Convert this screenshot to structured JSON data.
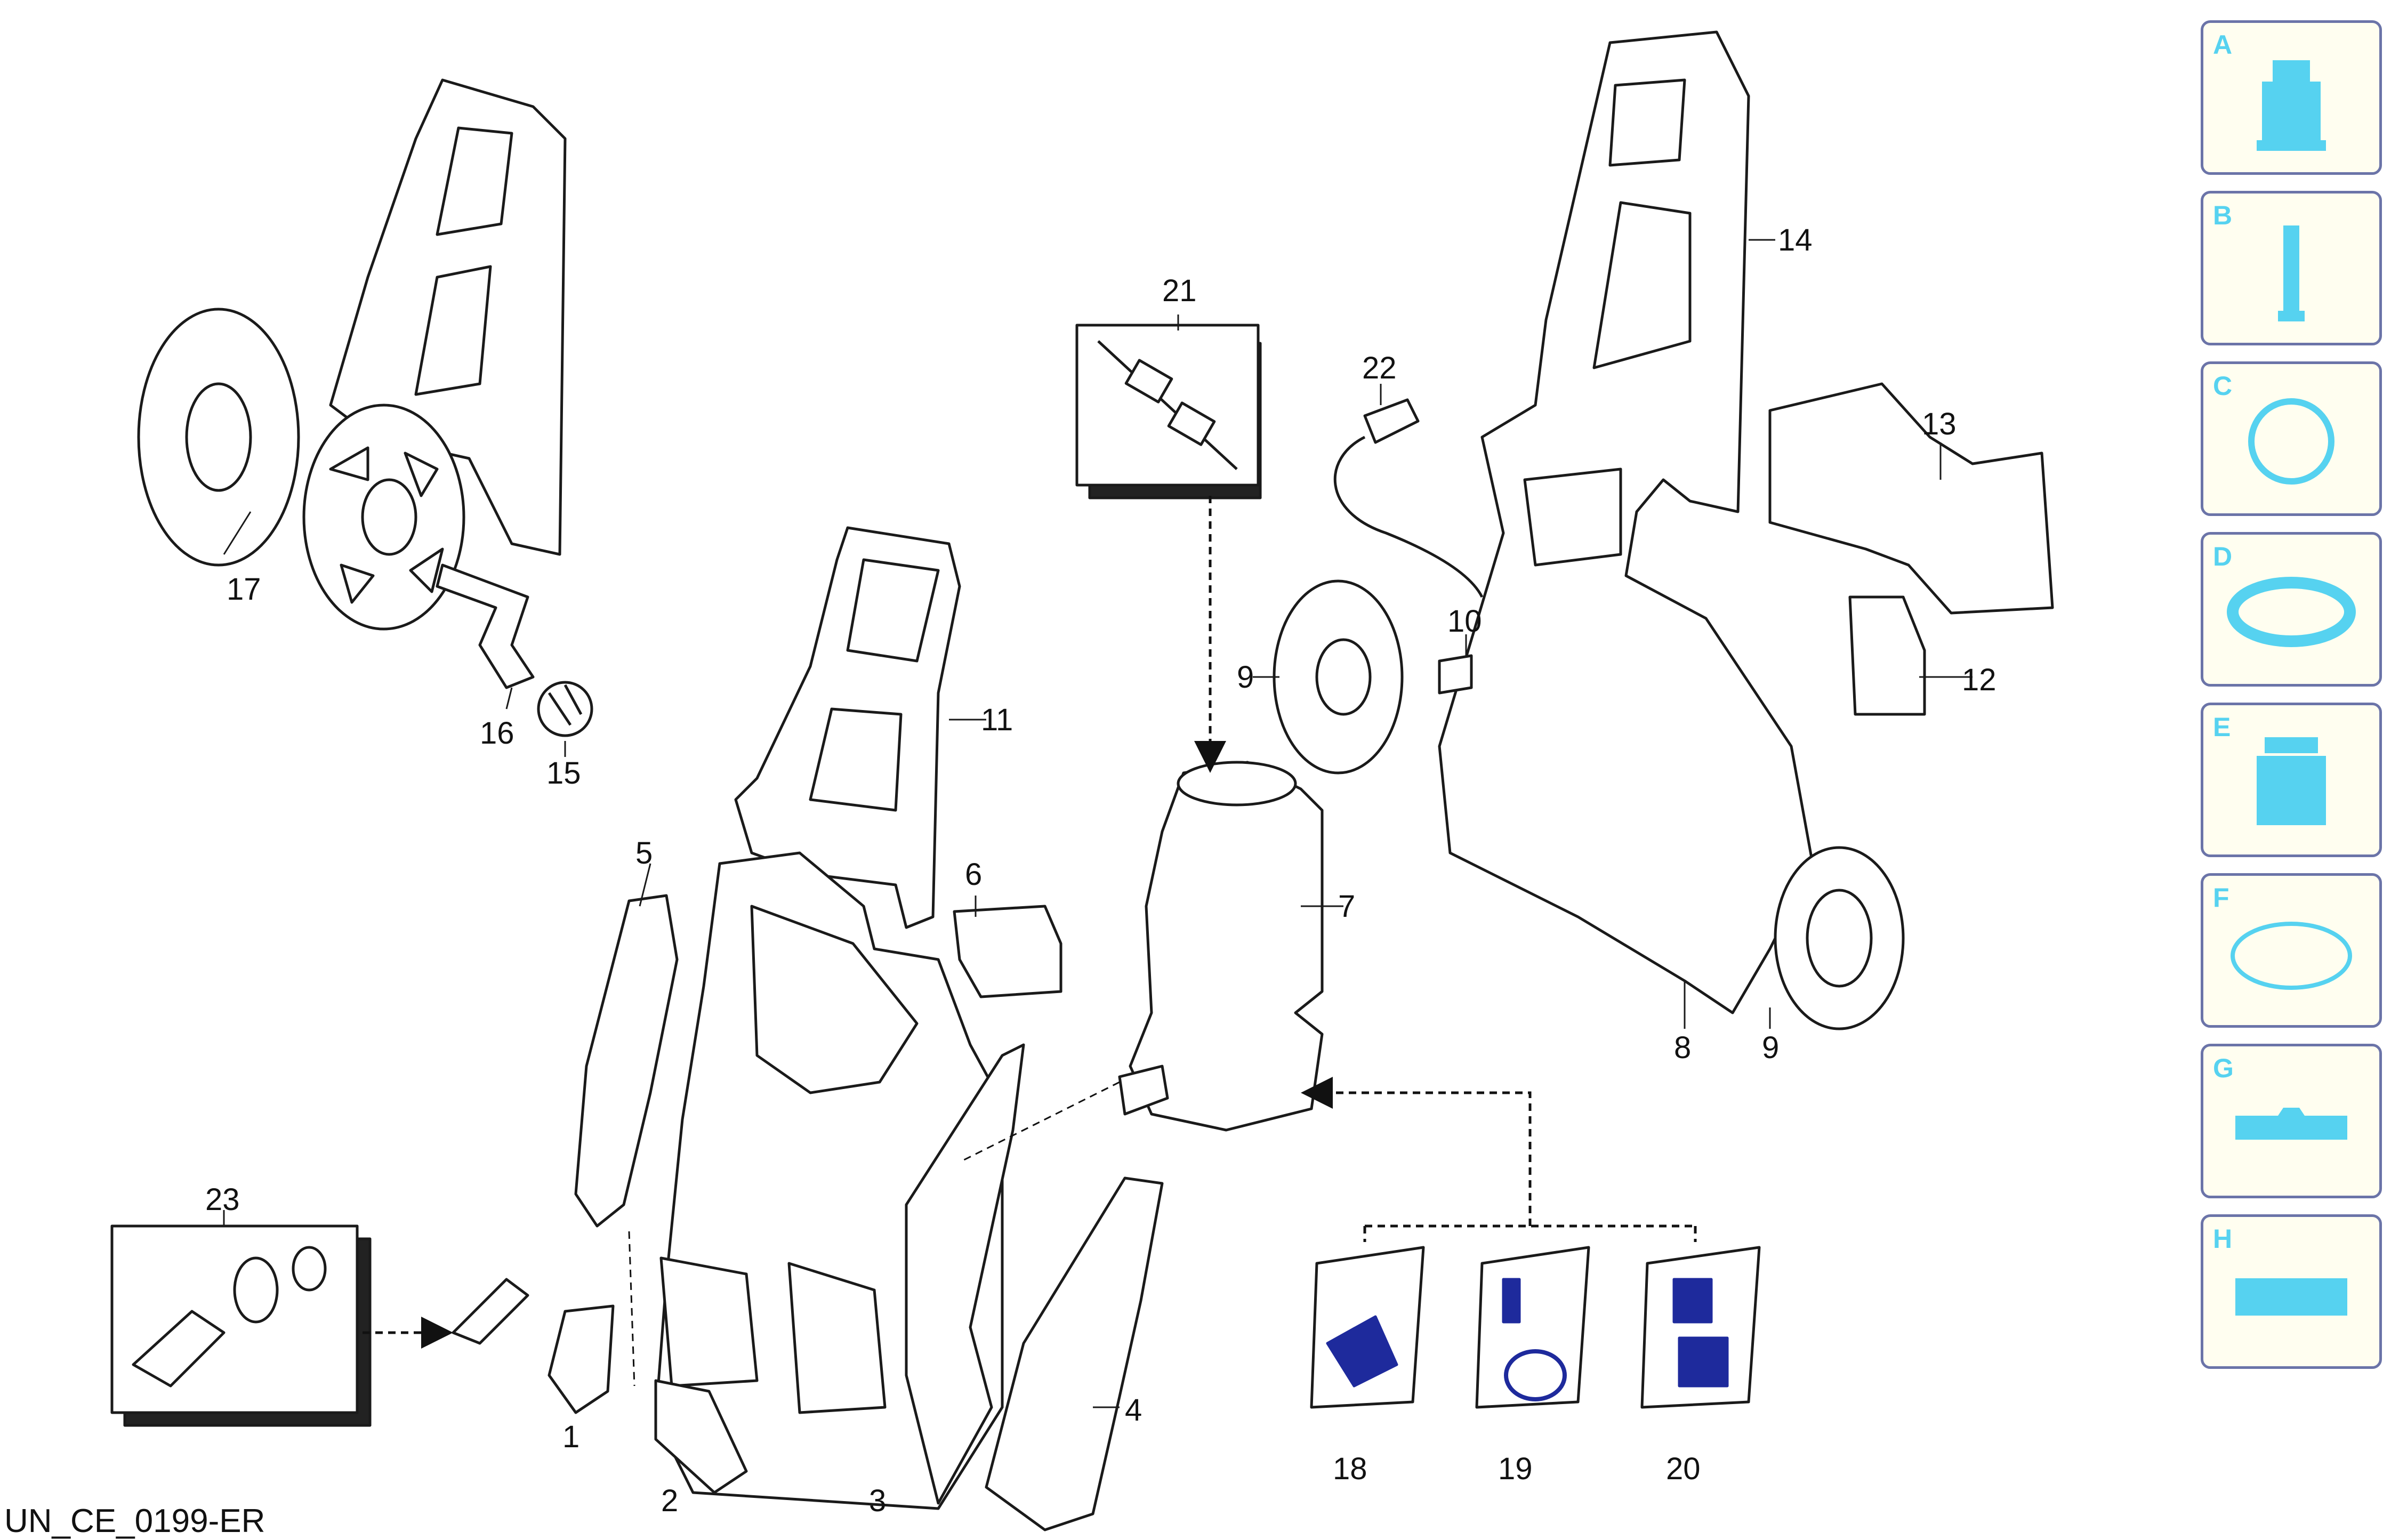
{
  "document_code": "UN_CE_0199-ER",
  "part_numbers": [
    "1",
    "2",
    "3",
    "4",
    "5",
    "6",
    "7",
    "8",
    "9",
    "10",
    "11",
    "12",
    "13",
    "14",
    "15",
    "16",
    "17",
    "18",
    "19",
    "20",
    "21",
    "22",
    "23"
  ],
  "legend": [
    {
      "letter": "A",
      "icon": "nozzle-assembly-icon"
    },
    {
      "letter": "B",
      "icon": "pin-icon"
    },
    {
      "letter": "C",
      "icon": "o-ring-bolted-icon"
    },
    {
      "letter": "D",
      "icon": "flat-seal-icon"
    },
    {
      "letter": "E",
      "icon": "threaded-cap-icon"
    },
    {
      "letter": "F",
      "icon": "o-ring-icon"
    },
    {
      "letter": "G",
      "icon": "notched-block-icon"
    },
    {
      "letter": "H",
      "icon": "flat-block-icon"
    }
  ],
  "colors": {
    "line": "#1a1a1a",
    "part_fill": "#ffffff",
    "accent_cyan": "#56d2f0",
    "accent_blue": "#1e2a9c",
    "legend_border": "#6b74a8",
    "legend_bg": "#fffef0"
  }
}
